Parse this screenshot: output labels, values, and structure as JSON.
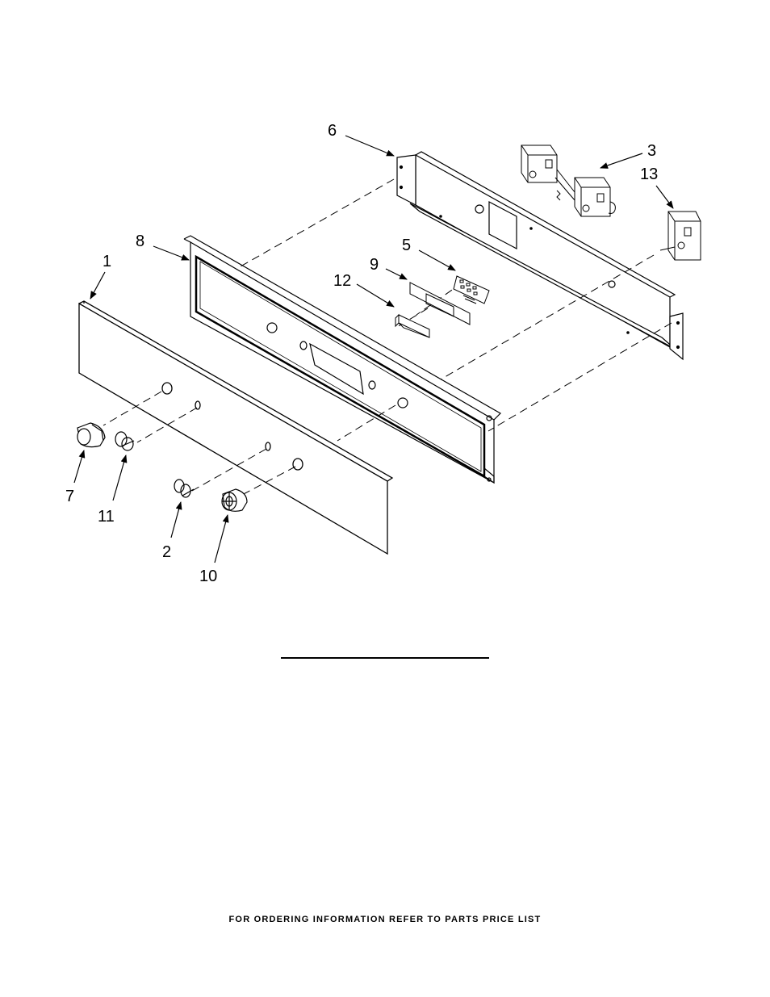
{
  "callouts": {
    "c1": "1",
    "c2": "2",
    "c3": "3",
    "c5": "5",
    "c6": "6",
    "c7": "7",
    "c8": "8",
    "c9": "9",
    "c10": "10",
    "c11": "11",
    "c12": "12",
    "c13": "13"
  },
  "footer": {
    "text": "FOR ORDERING INFORMATION REFER TO PARTS PRICE LIST"
  }
}
